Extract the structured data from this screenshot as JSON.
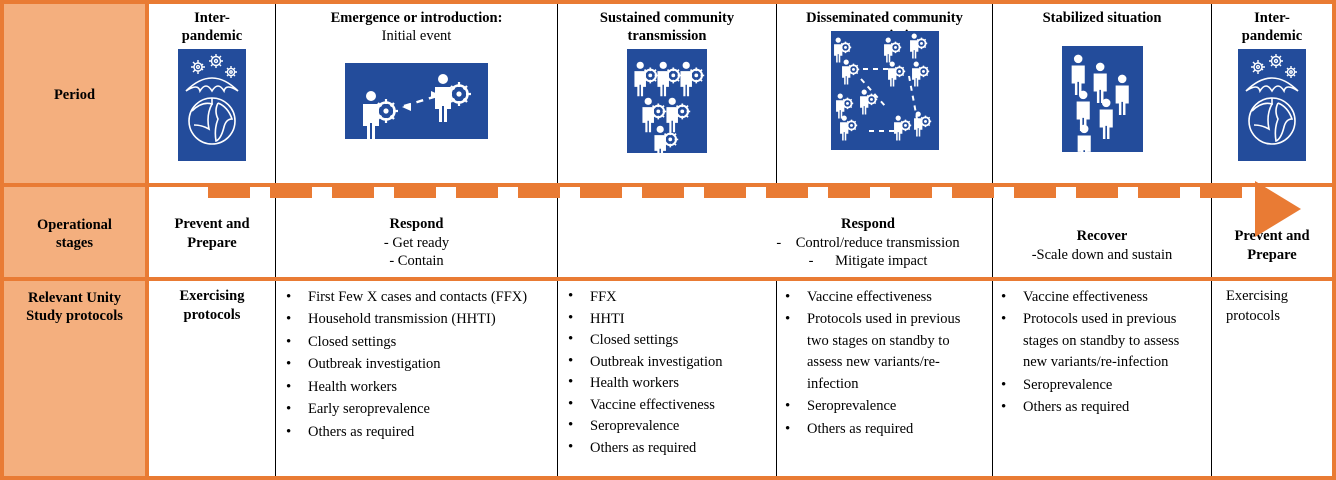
{
  "colors": {
    "orange": "#E97B34",
    "peach": "#F4AF7E",
    "blue": "#234C9B",
    "text": "#000000"
  },
  "rows": {
    "period_label": "Period",
    "operational_label": "Operational\nstages",
    "protocols_label": "Relevant Unity Study protocols"
  },
  "row_labels": {
    "period": "Period",
    "operational_line1": "Operational",
    "operational_line2": "stages",
    "protocols_line1": "Relevant Unity",
    "protocols_line2": "Study protocols"
  },
  "columns": [
    {
      "id": "inter-pandemic-start",
      "period_title_line1": "Inter-",
      "period_title_line2": "pandemic",
      "period_subtitle": "",
      "icon": "umbrella-over-globe-with-virus-icon",
      "operational_heading": "Prevent and\nPrepare",
      "operational_bullets": [],
      "protocols_style": "centered-bold",
      "protocols_text": "Exercising\nprotocols",
      "protocols": []
    },
    {
      "id": "emergence",
      "period_title_line1": "Emergence or introduction:",
      "period_title_line2": "",
      "period_subtitle": "Initial event",
      "icon": "two-people-virus-transmission-arrow-icon",
      "operational_heading": "Respond",
      "operational_bullets": [
        "- Get ready",
        "- Contain"
      ],
      "protocols_style": "bullets",
      "protocols": [
        "First Few X cases and contacts (FFX)",
        "Household transmission (HHTI)",
        "Closed settings",
        "Outbreak investigation",
        "Health workers",
        "Early seroprevalence",
        "Others as required"
      ]
    },
    {
      "id": "sustained-community-transmission",
      "period_title_line1": "Sustained community",
      "period_title_line2": "transmission",
      "period_subtitle": "",
      "icon": "six-infected-people-icon",
      "operational_heading": "",
      "operational_bullets": [],
      "protocols_style": "bullets",
      "protocols": [
        "FFX",
        "HHTI",
        "Closed settings",
        "Outbreak investigation",
        "Health workers",
        "Vaccine effectiveness",
        "Seroprevalence",
        "Others as required"
      ]
    },
    {
      "id": "disseminated-community-transmission",
      "period_title_line1": "Disseminated community",
      "period_title_line2": "transmission",
      "period_subtitle": "",
      "icon": "network-of-infected-people-icon",
      "operational_heading": "Respond",
      "operational_bullets": [
        "-    Control/reduce transmission",
        "-      Mitigate impact"
      ],
      "protocols_style": "bullets",
      "protocols": [
        "Vaccine effectiveness",
        "Protocols used in previous two stages on standby to assess new variants/re-infection",
        "Seroprevalence",
        "Others as required"
      ]
    },
    {
      "id": "stabilized-situation",
      "period_title_line1": "Stabilized situation",
      "period_title_line2": "",
      "period_subtitle": "",
      "icon": "six-healthy-people-icon",
      "operational_heading": "Recover",
      "operational_bullets": [
        "-Scale down and sustain"
      ],
      "protocols_style": "bullets",
      "protocols": [
        "Vaccine effectiveness",
        "Protocols used in previous stages on standby to assess new variants/re-infection",
        "Seroprevalence",
        "Others as required"
      ]
    },
    {
      "id": "inter-pandemic-end",
      "period_title_line1": "Inter-",
      "period_title_line2": "pandemic",
      "period_subtitle": "",
      "icon": "umbrella-over-globe-with-virus-icon",
      "operational_heading": "Prevent and\nPrepare",
      "operational_bullets": [],
      "protocols_style": "plain",
      "protocols_text": "Exercising\nprotocols",
      "protocols": []
    }
  ],
  "operational_text": {
    "col1_line1": "Prevent and",
    "col1_line2": "Prepare",
    "col2_head": "Respond",
    "col2_b1": "- Get ready",
    "col2_b2": "- Contain",
    "col4_head": "Respond",
    "col4_b1": "-    Control/reduce transmission",
    "col4_b2": "-      Mitigate impact",
    "col5_head": "Recover",
    "col5_b1": "-Scale down and sustain",
    "col6_line1": "Prevent and",
    "col6_line2": "Prepare"
  },
  "protocol_text": {
    "col1_line1": "Exercising",
    "col1_line2": "protocols",
    "col6_line1": "Exercising",
    "col6_line2": "protocols"
  },
  "timeline": {
    "style": "dashed-orange-arrow",
    "arrow_head": "right-triangle"
  }
}
